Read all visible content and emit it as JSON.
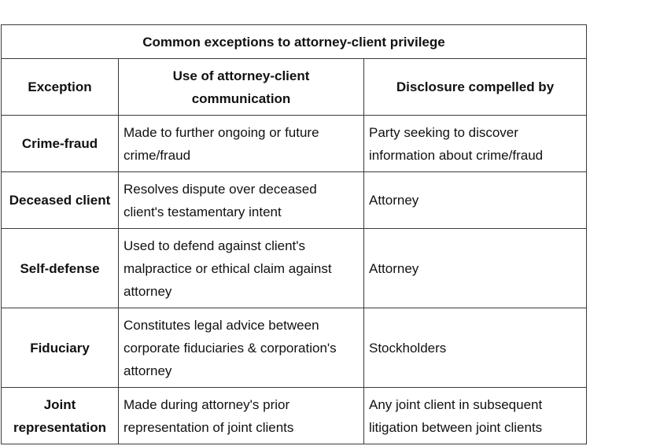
{
  "table": {
    "title": "Common exceptions to attorney-client privilege",
    "headers": {
      "exception": "Exception",
      "use": "Use of attorney-client communication",
      "disclosure": "Disclosure compelled by"
    },
    "rows": [
      {
        "exception": "Crime-fraud",
        "use": "Made to further ongoing or future crime/fraud",
        "disclosure": "Party seeking to discover information about crime/fraud"
      },
      {
        "exception": "Deceased client",
        "use": "Resolves dispute over deceased client's testamentary intent",
        "disclosure": "Attorney"
      },
      {
        "exception": "Self-defense",
        "use": "Used to defend against client's malpractice or ethical claim against attorney",
        "disclosure": "Attorney"
      },
      {
        "exception": "Fiduciary",
        "use": "Constitutes legal advice between corporate fiduciaries & corporation's attorney",
        "disclosure": "Stockholders"
      },
      {
        "exception": "Joint representation",
        "use": "Made during attorney's prior representation of joint clients",
        "disclosure": "Any joint client in subsequent litigation between joint clients"
      }
    ]
  },
  "colors": {
    "border": "#3a3a3a",
    "text": "#111111",
    "background": "#ffffff"
  }
}
